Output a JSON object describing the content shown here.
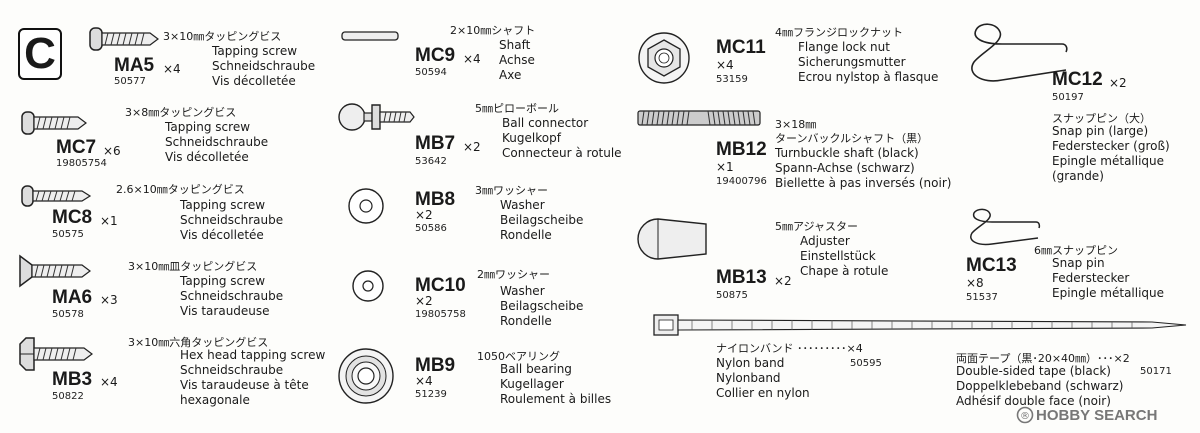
{
  "section": "C",
  "parts": [
    {
      "code": "MA5",
      "qty": "×4",
      "number": "50577",
      "jp": "3×10㎜タッピングビス",
      "lines": [
        "Tapping screw",
        "Schneidschraube",
        "Vis décolletée"
      ]
    },
    {
      "code": "MC7",
      "qty": "×6",
      "number": "19805754",
      "jp": "3×8㎜タッピングビス",
      "lines": [
        "Tapping screw",
        "Schneidschraube",
        "Vis décolletée"
      ]
    },
    {
      "code": "MC8",
      "qty": "×1",
      "number": "50575",
      "jp": "2.6×10㎜タッピングビス",
      "lines": [
        "Tapping screw",
        "Schneidschraube",
        "Vis décolletée"
      ]
    },
    {
      "code": "MA6",
      "qty": "×3",
      "number": "50578",
      "jp": "3×10㎜皿タッピングビス",
      "lines": [
        "Tapping screw",
        "Schneidschraube",
        "Vis taraudeuse"
      ]
    },
    {
      "code": "MB3",
      "qty": "×4",
      "number": "50822",
      "jp": "3×10㎜六角タッピングビス",
      "lines": [
        "Hex head tapping screw",
        "Schneidschraube",
        "Vis taraudeuse à tête",
        "hexagonale"
      ]
    },
    {
      "code": "MC9",
      "qty": "×4",
      "number": "50594",
      "jp": "2×10㎜シャフト",
      "lines": [
        "Shaft",
        "Achse",
        "Axe"
      ]
    },
    {
      "code": "MB7",
      "qty": "×2",
      "number": "53642",
      "jp": "5㎜ピローボール",
      "lines": [
        "Ball connector",
        "Kugelkopf",
        "Connecteur à rotule"
      ]
    },
    {
      "code": "MB8",
      "qty": "×2",
      "number": "50586",
      "jp": "3㎜ワッシャー",
      "lines": [
        "Washer",
        "Beilagscheibe",
        "Rondelle"
      ]
    },
    {
      "code": "MC10",
      "qty": "×2",
      "number": "19805758",
      "jp": "2㎜ワッシャー",
      "lines": [
        "Washer",
        "Beilagscheibe",
        "Rondelle"
      ]
    },
    {
      "code": "MB9",
      "qty": "×4",
      "number": "51239",
      "jp": "1050ベアリング",
      "lines": [
        "Ball bearing",
        "Kugellager",
        "Roulement à billes"
      ]
    },
    {
      "code": "MC11",
      "qty": "×4",
      "number": "53159",
      "jp": "4㎜フランジロックナット",
      "lines": [
        "Flange lock nut",
        "Sicherungsmutter",
        "Ecrou nylstop à flasque"
      ]
    },
    {
      "code": "MB12",
      "qty": "×1",
      "number": "19400796",
      "jp": "3×18㎜",
      "jp2": "ターンバックルシャフト（黒）",
      "lines": [
        "Turnbuckle shaft (black)",
        "Spann-Achse (schwarz)",
        "Biellette à pas inversés (noir)"
      ]
    },
    {
      "code": "MB13",
      "qty": "×2",
      "number": "50875",
      "jp": "5㎜アジャスター",
      "lines": [
        "Adjuster",
        "Einstellstück",
        "Chape à rotule"
      ]
    },
    {
      "code": "MC12",
      "qty": "×2",
      "number": "50197",
      "jp": "スナップピン（大）",
      "lines": [
        "Snap pin (large)",
        "Federstecker (groß)",
        "Epingle métallique",
        "(grande)"
      ]
    },
    {
      "code": "MC13",
      "qty": "×8",
      "number": "51537",
      "jp": "6㎜スナップピン",
      "lines": [
        "Snap pin",
        "Federstecker",
        "Epingle métallique"
      ]
    }
  ],
  "nylon_band": {
    "jp": "ナイロンバンド ･････････×4",
    "number": "50595",
    "lines": [
      "Nylon band",
      "Nylonband",
      "Collier en nylon"
    ]
  },
  "tape": {
    "jp": "両面テープ（黒･20×40㎜）･･･×2",
    "number": "50171",
    "lines": [
      "Double-sided tape (black)",
      "Doppelklebeband (schwarz)",
      "Adhésif double face (noir)"
    ]
  },
  "watermark": "HOBBY SEARCH"
}
